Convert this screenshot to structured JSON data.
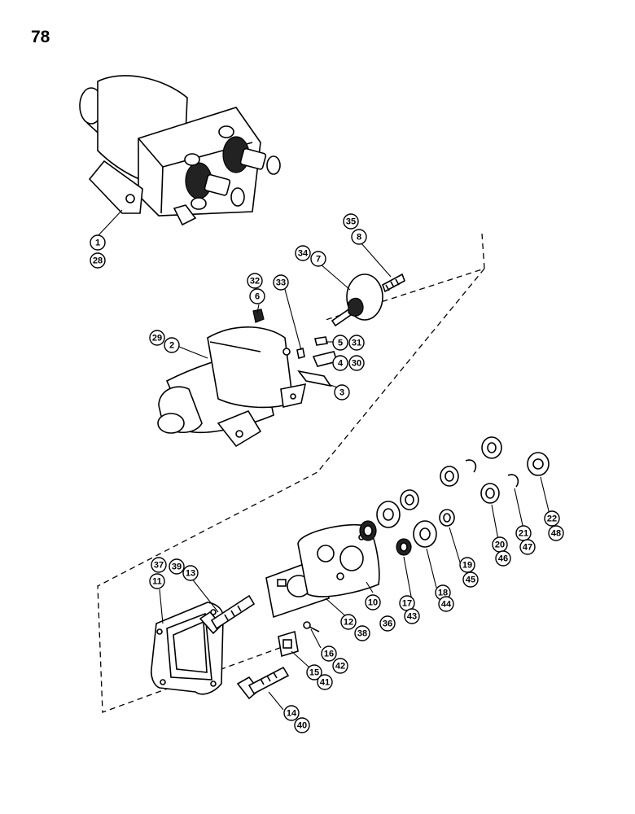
{
  "page_number": "78",
  "callouts": [
    {
      "label": "1"
    },
    {
      "label": "28"
    },
    {
      "label": "35"
    },
    {
      "label": "8"
    },
    {
      "label": "34"
    },
    {
      "label": "7"
    },
    {
      "label": "32"
    },
    {
      "label": "6"
    },
    {
      "label": "33"
    },
    {
      "label": "29"
    },
    {
      "label": "2"
    },
    {
      "label": "5"
    },
    {
      "label": "31"
    },
    {
      "label": "4"
    },
    {
      "label": "30"
    },
    {
      "label": "3"
    },
    {
      "label": "39"
    },
    {
      "label": "13"
    },
    {
      "label": "37"
    },
    {
      "label": "11"
    },
    {
      "label": "10"
    },
    {
      "label": "36"
    },
    {
      "label": "12"
    },
    {
      "label": "38"
    },
    {
      "label": "16"
    },
    {
      "label": "42"
    },
    {
      "label": "15"
    },
    {
      "label": "41"
    },
    {
      "label": "14"
    },
    {
      "label": "40"
    },
    {
      "label": "17"
    },
    {
      "label": "43"
    },
    {
      "label": "18"
    },
    {
      "label": "44"
    },
    {
      "label": "19"
    },
    {
      "label": "45"
    },
    {
      "label": "20"
    },
    {
      "label": "46"
    },
    {
      "label": "21"
    },
    {
      "label": "47"
    },
    {
      "label": "22"
    },
    {
      "label": "48"
    }
  ]
}
